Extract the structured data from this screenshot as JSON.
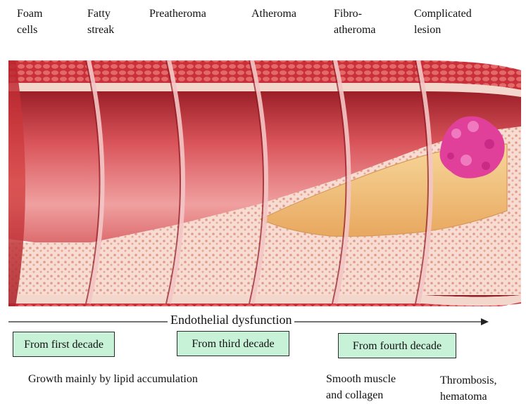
{
  "stages": [
    {
      "label": "Foam\ncells"
    },
    {
      "label": "Fatty\nstreak"
    },
    {
      "label": "Preatheroma"
    },
    {
      "label": "Atheroma"
    },
    {
      "label": "Fibro-\natheroma"
    },
    {
      "label": "Complicated\nlesion"
    }
  ],
  "timeline": {
    "label": "Endothelial dysfunction"
  },
  "decades": [
    {
      "label": "From first decade"
    },
    {
      "label": "From third decade"
    },
    {
      "label": "From fourth decade"
    }
  ],
  "captions": [
    {
      "text": "Growth mainly by lipid accumulation"
    },
    {
      "text": "Smooth muscle\nand collagen"
    },
    {
      "text": "Thrombosis,\nhematoma"
    }
  ],
  "colors": {
    "decade_box": "#c8f2d8",
    "artery_wall": "#c8323a",
    "lumen": "#e06a6a",
    "plaque": "#f2c27a",
    "thrombus": "#e0409a"
  }
}
